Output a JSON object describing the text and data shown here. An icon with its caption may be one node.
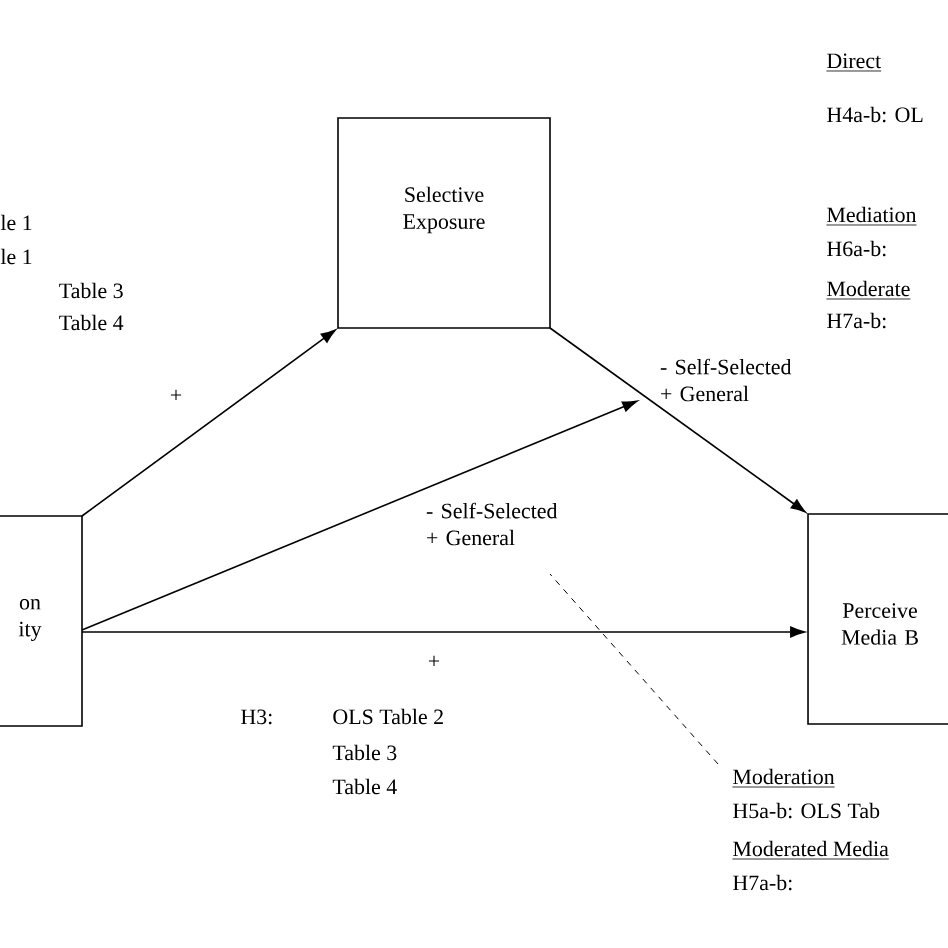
{
  "diagram": {
    "nodes": [
      {
        "text": [
          "on ity"
        ]
      },
      {
        "text": [
          "Selective Exposure"
        ]
      },
      {
        "text": [
          "Perceive Media B"
        ]
      },
      {
        "text": [
          "Moderation",
          "H5a-b: OLS Tab",
          "Moderated Media",
          "H7a-b:"
        ]
      }
    ],
    "edges": [
      {
        "from": 0,
        "to": 1,
        "arrow": "to",
        "label": "+"
      },
      {
        "from": 1,
        "to": 2,
        "arrow": "to",
        "label": "- Self-Selected + General"
      },
      {
        "from": 0,
        "to": null,
        "arrow": "to",
        "label": "- Self-Selected + General"
      },
      {
        "from": 0,
        "to": 2,
        "arrow": "to",
        "label": "+"
      },
      {
        "from": 3,
        "to": null,
        "arrow": "none",
        "style": "dashed"
      }
    ],
    "labels": [
      "le 1",
      "le 1",
      "Table 3",
      "Table 4",
      "Direct",
      "H4a-b: OL",
      "Mediation",
      "H6a-b:",
      "Moderate",
      "H7a-b:",
      "H3:",
      "OLS Table 2",
      "Table 3",
      "Table 4"
    ]
  }
}
